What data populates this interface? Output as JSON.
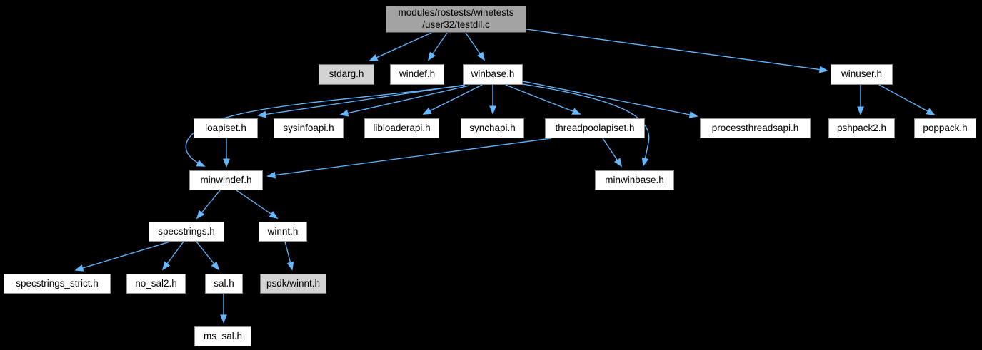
{
  "diagram": {
    "type": "include-dependency-graph",
    "background_color": "#000000",
    "edge_color": "#63b8ff",
    "node_fill_default": "#ffffff",
    "node_fill_external": "#d3d3d3",
    "node_fill_root": "#a3a3a3",
    "nodes": {
      "root": {
        "label": "modules/rostests/winetests\n/user32/testdll.c",
        "style": "root"
      },
      "stdarg": {
        "label": "stdarg.h",
        "style": "gray"
      },
      "windef": {
        "label": "windef.h",
        "style": "default"
      },
      "winbase": {
        "label": "winbase.h",
        "style": "default"
      },
      "winuser": {
        "label": "winuser.h",
        "style": "default"
      },
      "ioapiset": {
        "label": "ioapiset.h",
        "style": "default"
      },
      "sysinfoapi": {
        "label": "sysinfoapi.h",
        "style": "default"
      },
      "libloaderapi": {
        "label": "libloaderapi.h",
        "style": "default"
      },
      "synchapi": {
        "label": "synchapi.h",
        "style": "default"
      },
      "threadpoolapiset": {
        "label": "threadpoolapiset.h",
        "style": "default"
      },
      "processthreadsapi": {
        "label": "processthreadsapi.h",
        "style": "default"
      },
      "pshpack2": {
        "label": "pshpack2.h",
        "style": "default"
      },
      "poppack": {
        "label": "poppack.h",
        "style": "default"
      },
      "minwindef": {
        "label": "minwindef.h",
        "style": "default"
      },
      "minwinbase": {
        "label": "minwinbase.h",
        "style": "default"
      },
      "specstrings": {
        "label": "specstrings.h",
        "style": "default"
      },
      "winnt": {
        "label": "winnt.h",
        "style": "default"
      },
      "specstrings_strict": {
        "label": "specstrings_strict.h",
        "style": "default"
      },
      "no_sal2": {
        "label": "no_sal2.h",
        "style": "default"
      },
      "sal": {
        "label": "sal.h",
        "style": "default"
      },
      "psdk_winnt": {
        "label": "psdk/winnt.h",
        "style": "gray"
      },
      "ms_sal": {
        "label": "ms_sal.h",
        "style": "default"
      }
    },
    "edges": [
      {
        "from": "root",
        "to": "stdarg"
      },
      {
        "from": "root",
        "to": "windef"
      },
      {
        "from": "root",
        "to": "winbase"
      },
      {
        "from": "root",
        "to": "winuser"
      },
      {
        "from": "winbase",
        "to": "ioapiset"
      },
      {
        "from": "winbase",
        "to": "sysinfoapi"
      },
      {
        "from": "winbase",
        "to": "libloaderapi"
      },
      {
        "from": "winbase",
        "to": "synchapi"
      },
      {
        "from": "winbase",
        "to": "threadpoolapiset"
      },
      {
        "from": "winbase",
        "to": "processthreadsapi"
      },
      {
        "from": "winbase",
        "to": "minwinbase"
      },
      {
        "from": "winbase",
        "to": "minwindef"
      },
      {
        "from": "winuser",
        "to": "pshpack2"
      },
      {
        "from": "winuser",
        "to": "poppack"
      },
      {
        "from": "ioapiset",
        "to": "minwindef"
      },
      {
        "from": "threadpoolapiset",
        "to": "minwindef"
      },
      {
        "from": "threadpoolapiset",
        "to": "minwinbase"
      },
      {
        "from": "minwindef",
        "to": "specstrings"
      },
      {
        "from": "minwindef",
        "to": "winnt"
      },
      {
        "from": "specstrings",
        "to": "specstrings_strict"
      },
      {
        "from": "specstrings",
        "to": "no_sal2"
      },
      {
        "from": "specstrings",
        "to": "sal"
      },
      {
        "from": "winnt",
        "to": "psdk_winnt"
      },
      {
        "from": "sal",
        "to": "ms_sal"
      }
    ]
  }
}
